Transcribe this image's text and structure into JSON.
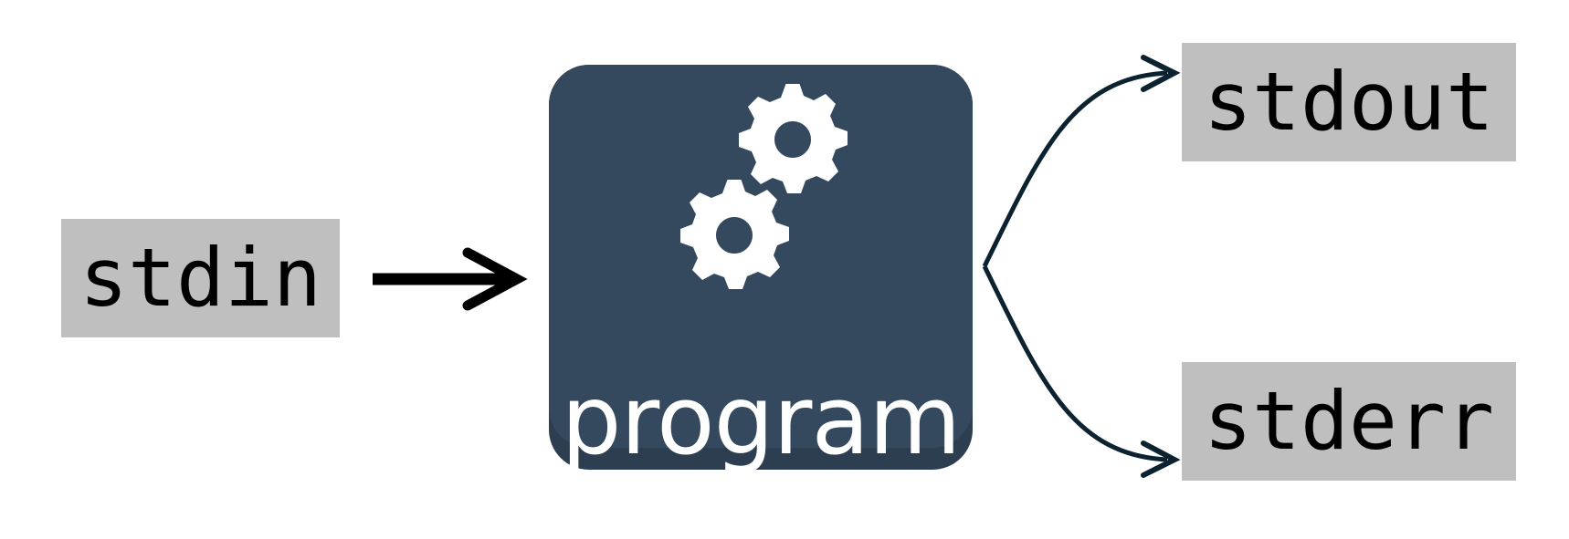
{
  "input": {
    "label": "stdin"
  },
  "program": {
    "label": "program",
    "icon": "gears-icon",
    "colors": {
      "face": "#34495e",
      "base": "#2c3e50",
      "icon": "#ffffff"
    }
  },
  "outputs": [
    {
      "label": "stdout"
    },
    {
      "label": "stderr"
    }
  ],
  "colors": {
    "stream_box": "#bfbfbf",
    "input_arrow": "#000000",
    "output_arrows": "#0d2230"
  }
}
